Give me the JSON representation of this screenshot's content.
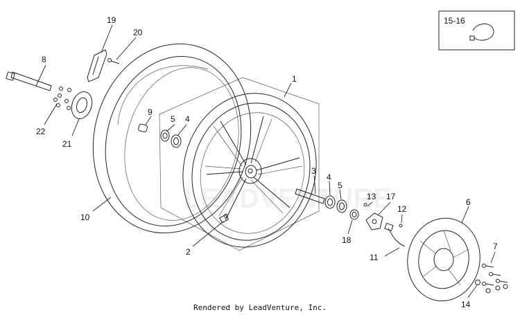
{
  "diagram": {
    "callouts": [
      {
        "id": "c1",
        "text": "1"
      },
      {
        "id": "c2",
        "text": "2"
      },
      {
        "id": "c3",
        "text": "3"
      },
      {
        "id": "c4a",
        "text": "4"
      },
      {
        "id": "c4b",
        "text": "4"
      },
      {
        "id": "c5a",
        "text": "5"
      },
      {
        "id": "c5b",
        "text": "5"
      },
      {
        "id": "c6",
        "text": "6"
      },
      {
        "id": "c7",
        "text": "7"
      },
      {
        "id": "c8",
        "text": "8"
      },
      {
        "id": "c9",
        "text": "9"
      },
      {
        "id": "c10",
        "text": "10"
      },
      {
        "id": "c11",
        "text": "11"
      },
      {
        "id": "c12",
        "text": "12"
      },
      {
        "id": "c13",
        "text": "13"
      },
      {
        "id": "c14",
        "text": "14"
      },
      {
        "id": "c17",
        "text": "17"
      },
      {
        "id": "c18",
        "text": "18"
      },
      {
        "id": "c19",
        "text": "19"
      },
      {
        "id": "c20",
        "text": "20"
      },
      {
        "id": "c21",
        "text": "21"
      },
      {
        "id": "c22",
        "text": "22"
      }
    ],
    "inset_label": "15-16",
    "watermark": "LEADVENTURE",
    "credit": "Rendered by LeadVenture, Inc."
  }
}
